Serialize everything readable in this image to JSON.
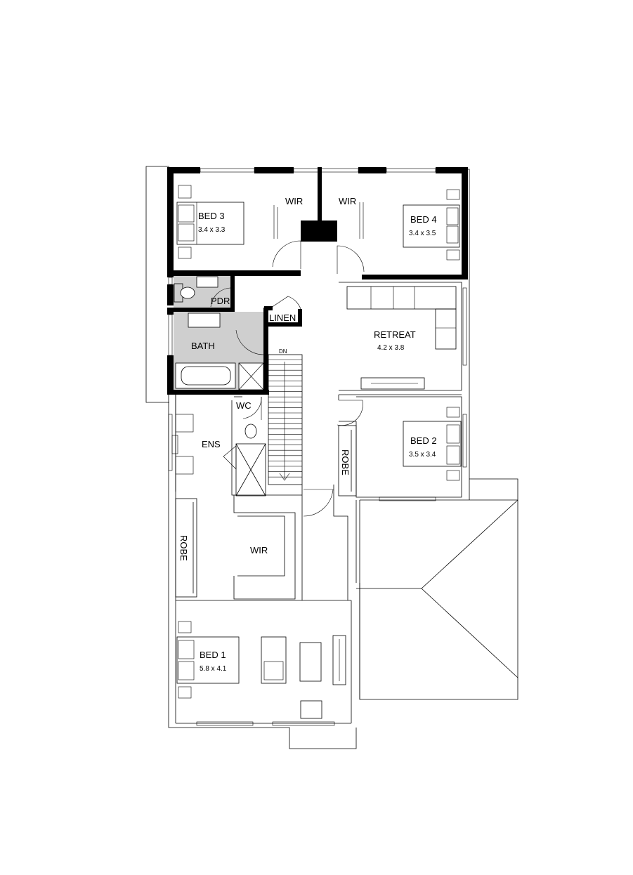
{
  "rooms": {
    "bed3": {
      "name": "BED 3",
      "size": "3.4 x 3.3"
    },
    "bed4": {
      "name": "BED 4",
      "size": "3.4 x 3.5"
    },
    "wir_left": {
      "name": "WIR"
    },
    "wir_right": {
      "name": "WIR"
    },
    "pdr": {
      "name": "PDR"
    },
    "linen": {
      "name": "LINEN"
    },
    "bath": {
      "name": "BATH"
    },
    "retreat": {
      "name": "RETREAT",
      "size": "4.2 x 3.8"
    },
    "stair": {
      "name": "DN"
    },
    "wc": {
      "name": "WC"
    },
    "ens": {
      "name": "ENS"
    },
    "bed2": {
      "name": "BED 2",
      "size": "3.5 x 3.4"
    },
    "robe_bed2": {
      "name": "ROBE"
    },
    "robe_bed1": {
      "name": "ROBE"
    },
    "wir_bed1": {
      "name": "WIR"
    },
    "bed1": {
      "name": "BED 1",
      "size": "5.8 x 4.1"
    }
  },
  "colors": {
    "wall": "#000000",
    "wet_area": "#cfcfcf",
    "background": "#ffffff"
  }
}
